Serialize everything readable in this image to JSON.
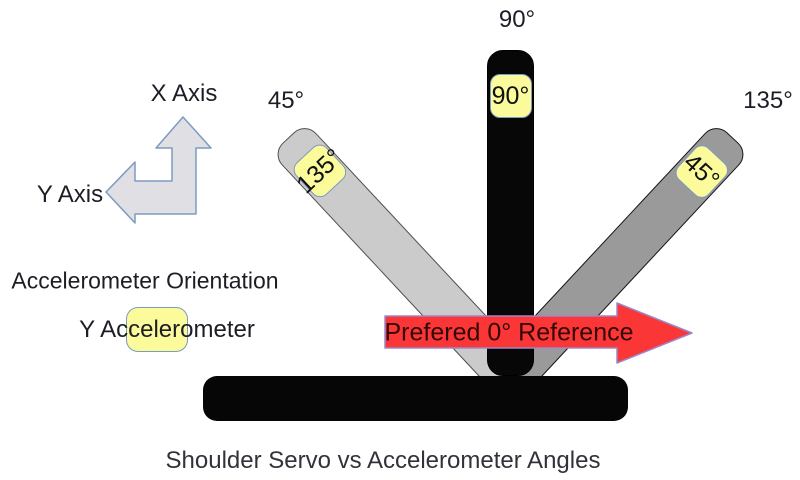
{
  "title": "Shoulder Servo vs Accelerometer Angles",
  "axis_indicator": {
    "x_label": "X Axis",
    "y_label": "Y Axis",
    "fill": "#e0e0e4",
    "border": "#7d9ac1"
  },
  "legend": {
    "orientation_heading": "Accelerometer Orientation",
    "y_accelerometer_label": "Y Accelerometer",
    "marker_fill": "#fbfb9b",
    "marker_border": "#7d9ac1"
  },
  "servo_arms": [
    {
      "servo_angle_label": "45°",
      "accel_reading": "135°",
      "arm_color": "#cbcbcb",
      "rotation_deg": -43
    },
    {
      "servo_angle_label": "135°",
      "accel_reading": "45°",
      "arm_color": "#9a9a9a",
      "rotation_deg": 43
    },
    {
      "servo_angle_label": "90°",
      "accel_reading": "90°",
      "arm_color": "#070707",
      "rotation_deg": 0
    }
  ],
  "badge": {
    "fill": "#fbfb9b",
    "border": "#7d9ac1",
    "text_color": "#101010"
  },
  "reference_arrow": {
    "label": "Prefered 0° Reference",
    "fill": "#fb3636",
    "border": "#9e86c8",
    "text_color": "#330808"
  },
  "base": {
    "color": "#060606"
  }
}
